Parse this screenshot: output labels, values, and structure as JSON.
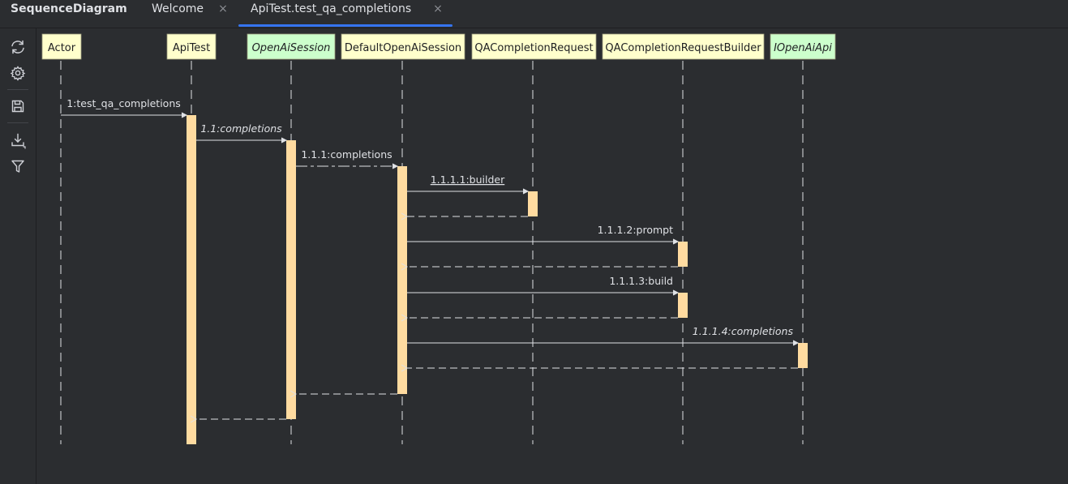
{
  "app": {
    "title": "SequenceDiagram"
  },
  "tabs": [
    {
      "label": "Welcome",
      "close": "×",
      "active": false
    },
    {
      "label": "ApiTest.test_qa_completions",
      "close": "×",
      "active": true
    }
  ],
  "toolbar": [
    {
      "name": "refresh-icon"
    },
    {
      "name": "gear-icon"
    },
    {
      "name": "save-icon"
    },
    {
      "name": "export-icon"
    },
    {
      "name": "filter-icon"
    }
  ],
  "colors": {
    "background": "#2b2d30",
    "class_box": "#ffffcc",
    "interface_box": "#ccffcc",
    "activation": "#ffdba0",
    "line": "#dfe1e5",
    "accent": "#3574f0"
  },
  "participants": [
    {
      "id": "actor",
      "label": "Actor",
      "kind": "class"
    },
    {
      "id": "apitest",
      "label": "ApiTest",
      "kind": "class"
    },
    {
      "id": "openaisession",
      "label": "OpenAiSession",
      "kind": "interface"
    },
    {
      "id": "defaultopenaisession",
      "label": "DefaultOpenAiSession",
      "kind": "class"
    },
    {
      "id": "qacompletionrequest",
      "label": "QACompletionRequest",
      "kind": "class"
    },
    {
      "id": "qacompletionrequestbuilder",
      "label": "QACompletionRequestBuilder",
      "kind": "class"
    },
    {
      "id": "iopenaiapi",
      "label": "IOpenAiApi",
      "kind": "interface"
    }
  ],
  "messages": [
    {
      "label": "1:test_qa_completions",
      "from": "actor",
      "to": "apitest",
      "style": "call",
      "italic": false
    },
    {
      "label": "1.1:completions",
      "from": "apitest",
      "to": "openaisession",
      "style": "call",
      "italic": true
    },
    {
      "label": "1.1.1:completions",
      "from": "openaisession",
      "to": "defaultopenaisession",
      "style": "dashdot",
      "italic": false
    },
    {
      "label": "1.1.1.1:builder",
      "from": "defaultopenaisession",
      "to": "qacompletionrequest",
      "style": "call",
      "italic": false,
      "underline": true
    },
    {
      "label": "",
      "from": "qacompletionrequest",
      "to": "defaultopenaisession",
      "style": "return",
      "italic": false
    },
    {
      "label": "1.1.1.2:prompt",
      "from": "defaultopenaisession",
      "to": "qacompletionrequestbuilder",
      "style": "call",
      "italic": false
    },
    {
      "label": "",
      "from": "qacompletionrequestbuilder",
      "to": "defaultopenaisession",
      "style": "return",
      "italic": false
    },
    {
      "label": "1.1.1.3:build",
      "from": "defaultopenaisession",
      "to": "qacompletionrequestbuilder",
      "style": "call",
      "italic": false
    },
    {
      "label": "",
      "from": "qacompletionrequestbuilder",
      "to": "defaultopenaisession",
      "style": "return",
      "italic": false
    },
    {
      "label": "1.1.1.4:completions",
      "from": "defaultopenaisession",
      "to": "iopenaiapi",
      "style": "call",
      "italic": true
    },
    {
      "label": "",
      "from": "iopenaiapi",
      "to": "defaultopenaisession",
      "style": "return",
      "italic": false
    },
    {
      "label": "",
      "from": "defaultopenaisession",
      "to": "openaisession",
      "style": "return",
      "italic": false
    },
    {
      "label": "",
      "from": "openaisession",
      "to": "apitest",
      "style": "return",
      "italic": false
    }
  ]
}
